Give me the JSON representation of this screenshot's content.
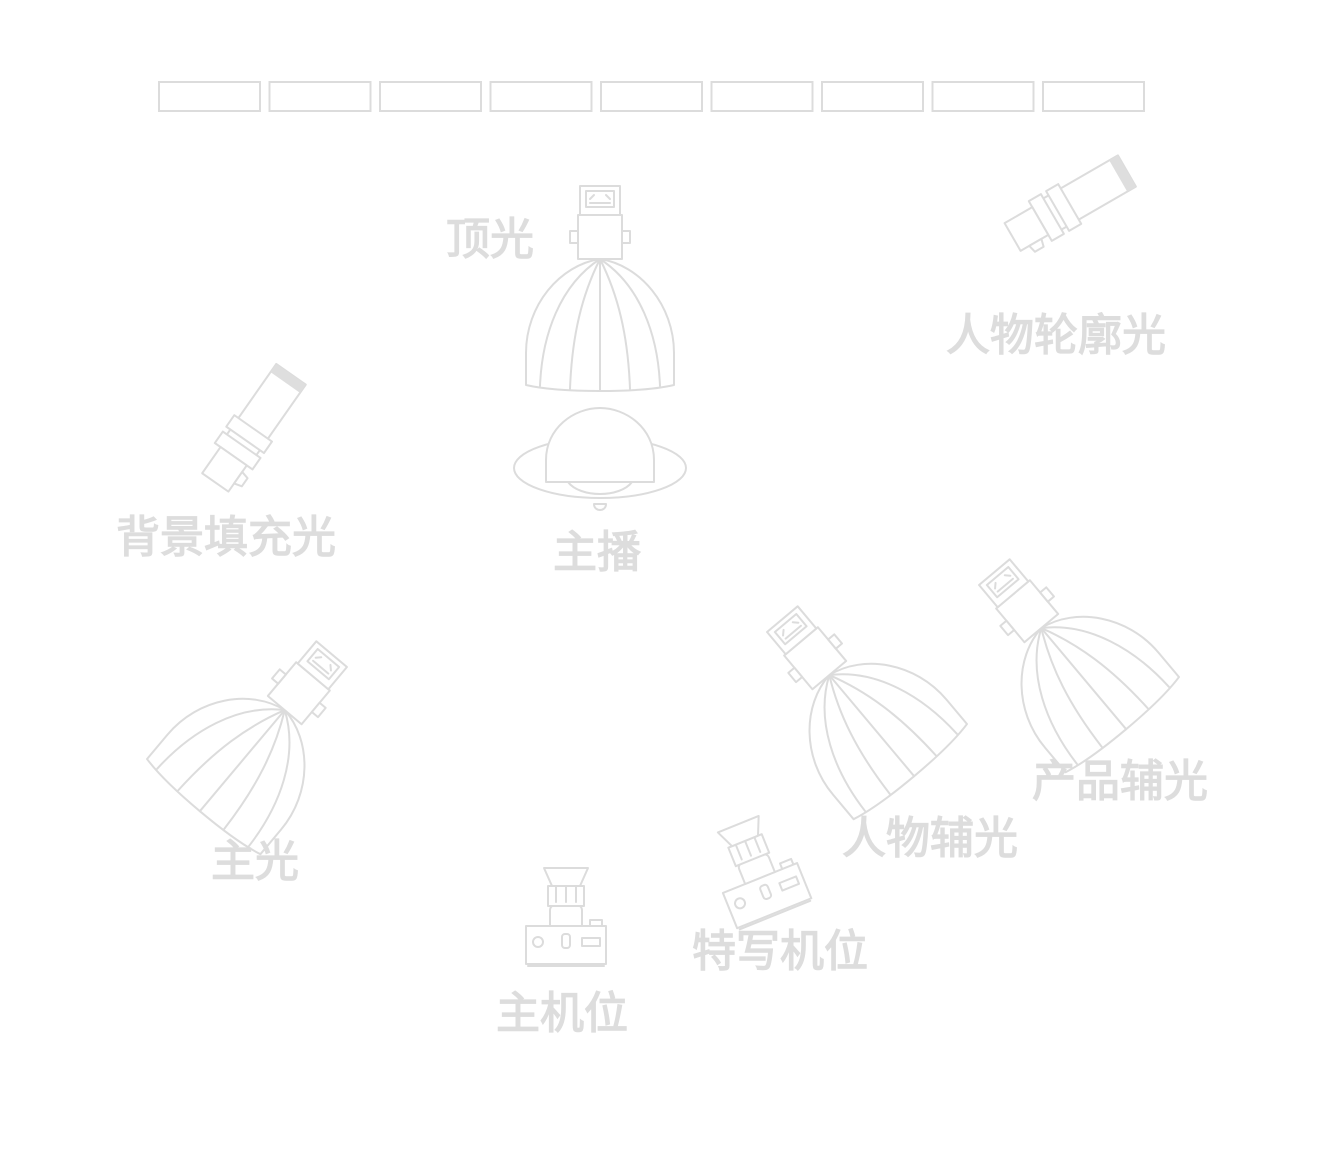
{
  "palette": {
    "line": "#dcdcdc",
    "text": "#dddddd",
    "background": "#ffffff"
  },
  "segment_bar": {
    "count": 9
  },
  "labels": {
    "top_light": "顶光",
    "rim_light": "人物轮廓光",
    "background_fill": "背景填充光",
    "host": "主播",
    "key_light": "主光",
    "person_fill": "人物辅光",
    "product_fill": "产品辅光",
    "close_up_camera": "特写机位",
    "main_camera": "主机位"
  },
  "icons": {
    "top_light": "umbrella-softbox-light-icon",
    "rim_light": "spotlight-icon",
    "background_fill": "spotlight-icon",
    "host": "person-top-view-icon",
    "key_light": "umbrella-softbox-light-icon",
    "person_fill": "umbrella-softbox-light-icon",
    "product_fill": "umbrella-softbox-light-icon",
    "close_up_camera": "camera-icon",
    "main_camera": "camera-icon"
  }
}
